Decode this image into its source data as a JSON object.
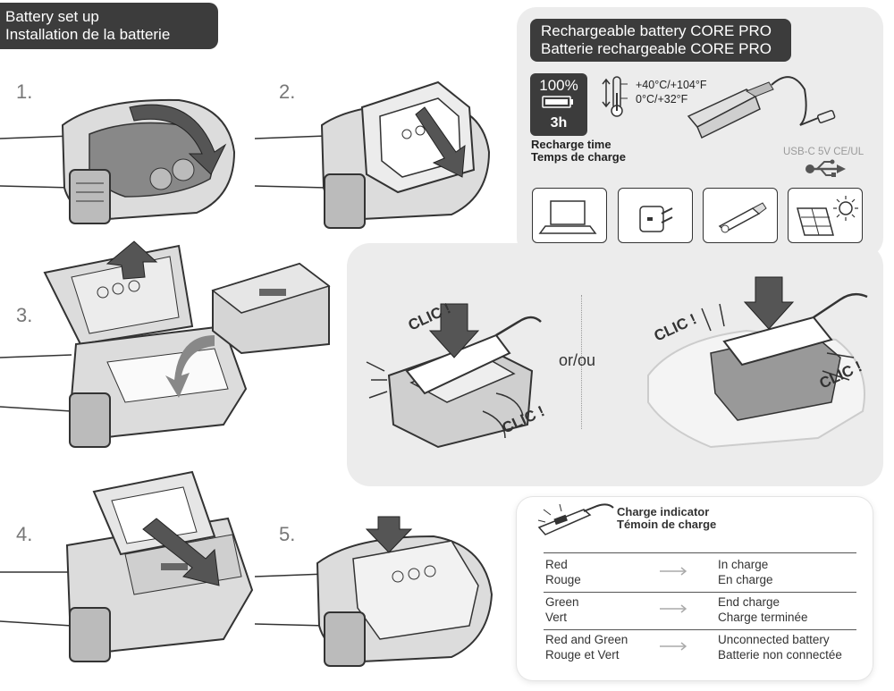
{
  "header": {
    "title_en": "Battery set up",
    "title_fr": "Installation de la batterie"
  },
  "steps": [
    "1.",
    "2.",
    "3.",
    "4.",
    "5."
  ],
  "battery_panel": {
    "title_en": "Rechargeable battery CORE PRO",
    "title_fr": "Batterie rechargeable CORE PRO",
    "charge_percent": "100%",
    "charge_time": "3h",
    "temp_max": "+40°C/+104°F",
    "temp_min": "0°C/+32°F",
    "recharge_en": "Recharge time",
    "recharge_fr": "Temps de charge",
    "usb_label": "USB-C 5V CE/UL",
    "sources": [
      "laptop-icon",
      "wall-adapter-icon",
      "car-charger-icon",
      "solar-panel-icon"
    ]
  },
  "clic_panel": {
    "clic": "CLIC !",
    "or": "or/ou"
  },
  "charge_indicator": {
    "title_en": "Charge indicator",
    "title_fr": "Témoin de charge",
    "rows": [
      {
        "color_en": "Red",
        "color_fr": "Rouge",
        "state_en": "In charge",
        "state_fr": "En charge"
      },
      {
        "color_en": "Green",
        "color_fr": "Vert",
        "state_en": "End charge",
        "state_fr": "Charge terminée"
      },
      {
        "color_en": "Red and Green",
        "color_fr": "Rouge et Vert",
        "state_en": "Unconnected battery",
        "state_fr": "Batterie non connectée"
      }
    ]
  },
  "colors": {
    "dark": "#3c3c3c",
    "panel": "#ececec",
    "arrow": "#555555"
  }
}
